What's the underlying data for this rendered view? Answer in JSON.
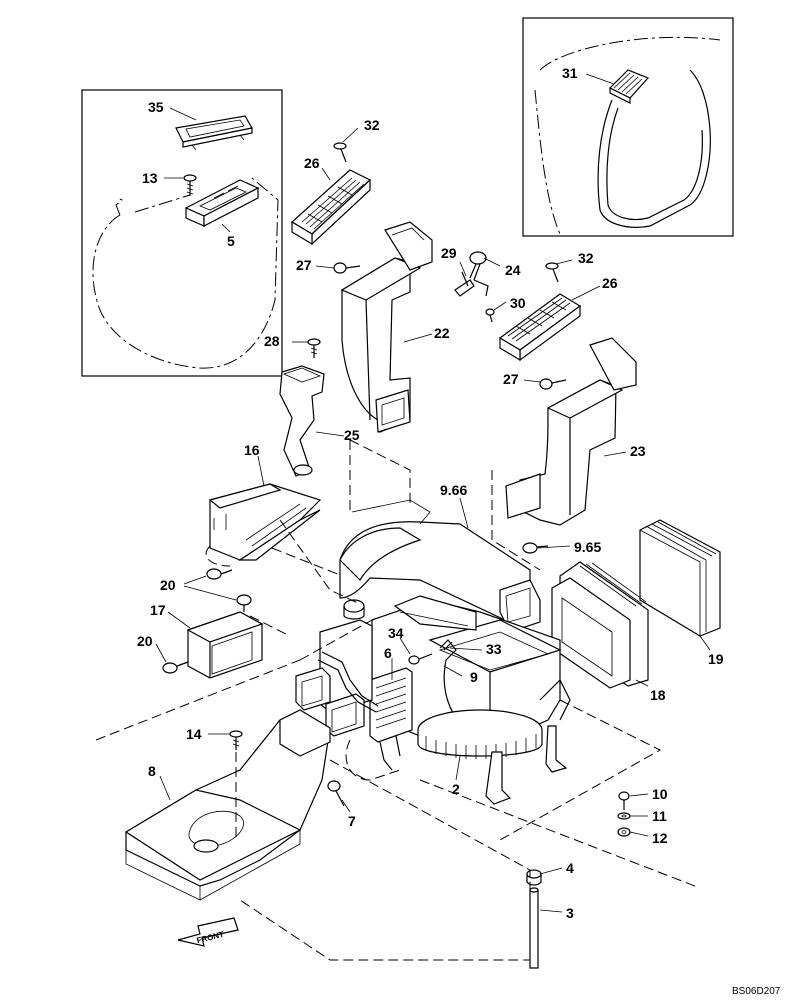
{
  "callouts": {
    "c35": "35",
    "c13": "13",
    "c5": "5",
    "c32a": "32",
    "c26a": "26",
    "c27a": "27",
    "c29": "29",
    "c24": "24",
    "c30": "30",
    "c32b": "32",
    "c26b": "26",
    "c22": "22",
    "c28": "28",
    "c27b": "27",
    "c25": "25",
    "c23": "23",
    "c16": "16",
    "c966": "9.66",
    "c965": "9.65",
    "c20a": "20",
    "c17": "17",
    "c20b": "20",
    "c34": "34",
    "c33": "33",
    "c6": "6",
    "c9": "9",
    "c19": "19",
    "c18": "18",
    "c14": "14",
    "c8": "8",
    "c2": "2",
    "c7": "7",
    "c10": "10",
    "c11": "11",
    "c12": "12",
    "c4": "4",
    "c3": "3",
    "c31": "31"
  },
  "front_arrow_label": "FRONT",
  "drawing_code": "BS06D207"
}
